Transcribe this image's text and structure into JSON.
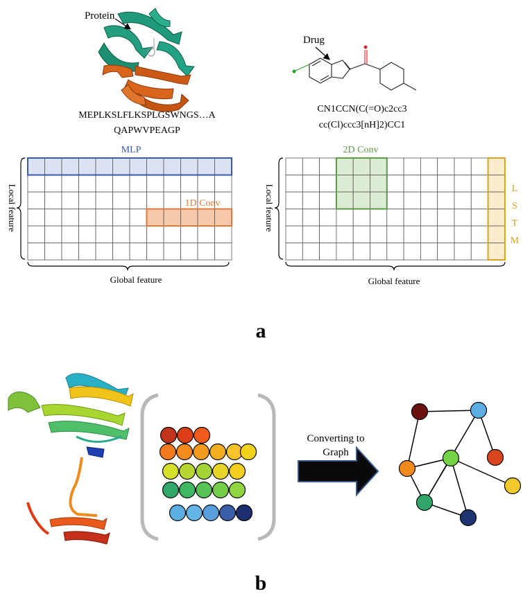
{
  "panel_a": {
    "protein_label": "Protein",
    "drug_label": "Drug",
    "protein_sequence_line1": "MEPLKSLFLKSPLGSWNGS…A",
    "protein_sequence_line2": "QAPWVPEAGP",
    "smiles_line1": "CN1CCN(C(=O)c2cc3",
    "smiles_line2": "cc(Cl)ccc3[nH]2)CC1",
    "left_grid": {
      "top_label": "MLP",
      "inner_label": "1D Conv",
      "y_axis_label": "Local feature",
      "x_axis_label": "Global feature"
    },
    "right_grid": {
      "top_label": "2D Conv",
      "side_label": "LSTM",
      "y_axis_label": "Local feature",
      "x_axis_label": "Global feature"
    },
    "panel_letter": "a"
  },
  "panel_b": {
    "arrow_label_line1": "Converting to",
    "arrow_label_line2": "Graph",
    "panel_letter": "b"
  },
  "colors": {
    "mlp_blue": "#3b5ba9",
    "conv1d_orange": "#e07a3c",
    "conv2d_green": "#5a9a48",
    "lstm_gold": "#d9a21f",
    "teal": "#2e9c82"
  }
}
